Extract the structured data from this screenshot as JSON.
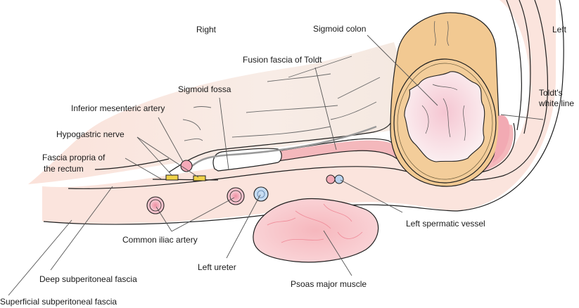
{
  "figure": {
    "orientation": {
      "right": "Right",
      "left": "Left"
    },
    "labels": {
      "sigmoid_colon": "Sigmoid colon",
      "fusion_fascia_toldt": "Fusion fascia of Toldt",
      "toldts_white_line_1": "Toldt's",
      "toldts_white_line_2": "white line",
      "sigmoid_fossa": "Sigmoid fossa",
      "inferior_mesenteric_artery": "Inferior mesenteric artery",
      "hypogastric_nerve": "Hypogastric nerve",
      "fascia_propria_1": "Fascia propria of",
      "fascia_propria_2": "the rectum",
      "common_iliac_artery": "Common iliac artery",
      "left_ureter": "Left ureter",
      "left_spermatic_vessel": "Left spermatic vessel",
      "psoas_major_muscle": "Psoas major muscle",
      "deep_subperitoneal_fascia": "Deep subperitoneal fascia",
      "superficial_subperitoneal_fascia": "Superficial subperitoneal fascia"
    },
    "colors": {
      "tissue_light": "#fbe3dc",
      "tissue_pale": "#fdf0ea",
      "mesentery": "#f6e7e0",
      "colon_wall": "#f3c98f",
      "colon_lumen": "#f7dde3",
      "fusion_layer": "#f2b5b9",
      "artery": "#f4aab6",
      "vein": "#b9d3ee",
      "nerve": "#f0d24a",
      "psoas": "#f6c3c7",
      "outline": "#1f1f1f",
      "leader": "#555555"
    }
  }
}
